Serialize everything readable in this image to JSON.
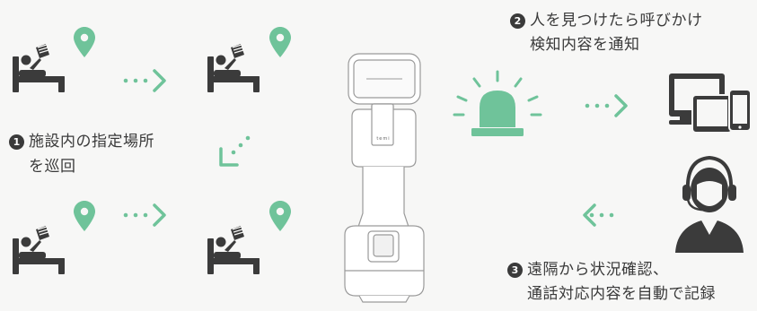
{
  "steps": [
    {
      "number": "1",
      "line1": "施設内の指定場所",
      "line2": "を巡回"
    },
    {
      "number": "2",
      "line1": "人を見つけたら呼びかけ",
      "line2": "検知内容を通知"
    },
    {
      "number": "3",
      "line1": "遠隔から状況確認、",
      "line2": "通話対応内容を自動で記録"
    }
  ],
  "robot": {
    "logo": "temi"
  },
  "colors": {
    "accent": "#6fc39a",
    "icon_dark": "#3b3b3b",
    "robot_outline": "#9a9a9a"
  },
  "icons": [
    "bed-person-icon",
    "location-pin-icon",
    "dotted-arrow-icon",
    "alarm-light-icon",
    "devices-icon",
    "operator-headset-icon",
    "temi-robot"
  ]
}
